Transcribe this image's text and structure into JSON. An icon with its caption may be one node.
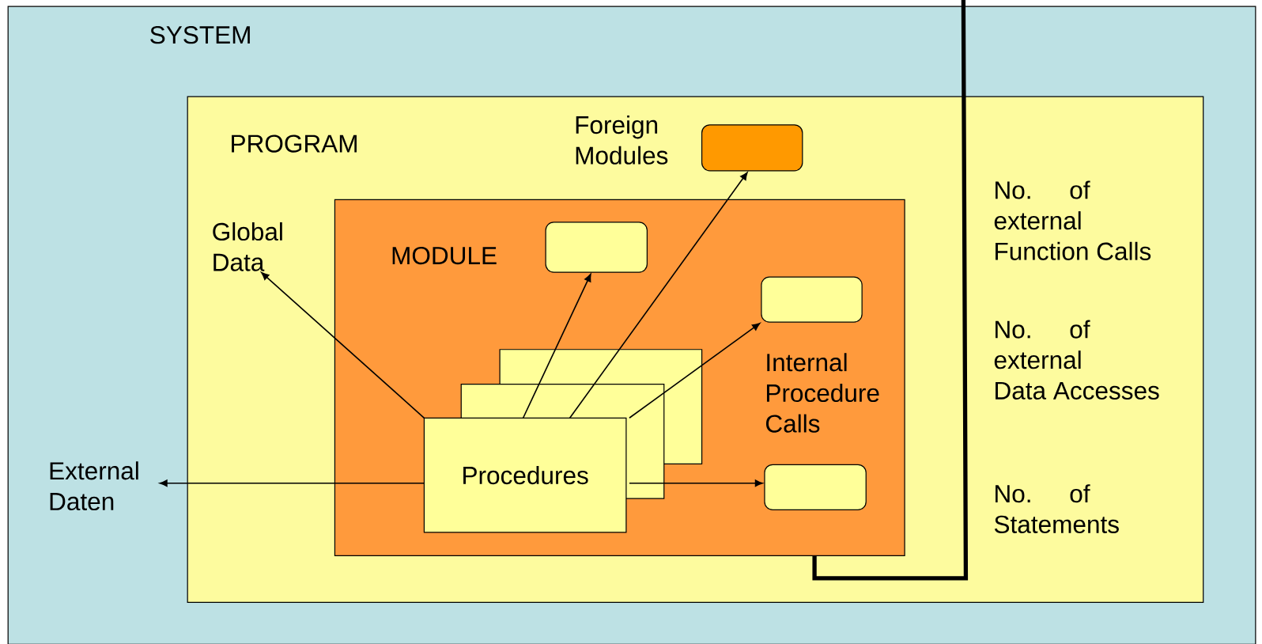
{
  "diagram": {
    "nodes": [
      {
        "text": [
          "SYSTEM"
        ]
      },
      {
        "text": [
          "PROGRAM"
        ],
        "in": 0
      },
      {
        "text": [],
        "shape": "box",
        "beside": [
          "Foreign Modules"
        ],
        "in": 1
      },
      {
        "text": [
          "Global Data"
        ],
        "in": 1
      },
      {
        "text": [
          "MODULE"
        ],
        "in": 1
      },
      {
        "text": [],
        "shape": "box",
        "in": 4
      },
      {
        "text": [],
        "shape": "box",
        "in": 4
      },
      {
        "text": [
          "Procedures"
        ],
        "in": 4
      },
      {
        "text": [],
        "shape": "box",
        "in": 4
      },
      {
        "text": [
          "External Daten"
        ],
        "in": 0
      }
    ],
    "edges": [
      {
        "from": 7,
        "to": 3,
        "arrow": "to"
      },
      {
        "from": 7,
        "to": 5,
        "arrow": "to"
      },
      {
        "from": 7,
        "to": 2,
        "arrow": "to"
      },
      {
        "from": 7,
        "to": 6,
        "arrow": "to"
      },
      {
        "from": 7,
        "to": 8,
        "arrow": "to"
      },
      {
        "from": 7,
        "to": 9,
        "arrow": "to"
      },
      {
        "from": null,
        "to": 4,
        "arrow": "none",
        "style": "thick"
      }
    ],
    "labels": [
      "Internal Procedure Calls",
      "No. of external Function Calls",
      "No. of external Data Accesses",
      "No. of Statements"
    ]
  }
}
